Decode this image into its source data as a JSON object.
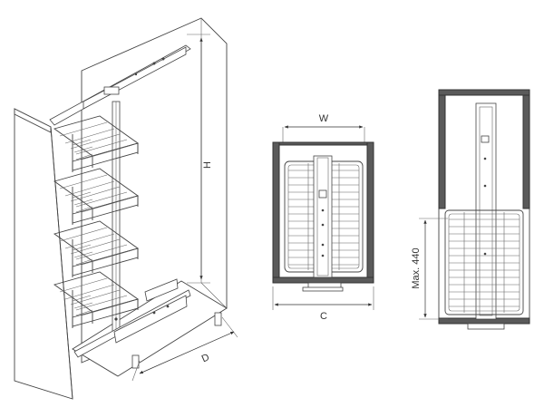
{
  "labels": {
    "height": "H",
    "depth": "D",
    "width": "W",
    "cabinet_width": "C",
    "max_extension": "Max. 440"
  },
  "colors": {
    "stroke": "#444444",
    "panel_dark": "#5a5a5a"
  }
}
